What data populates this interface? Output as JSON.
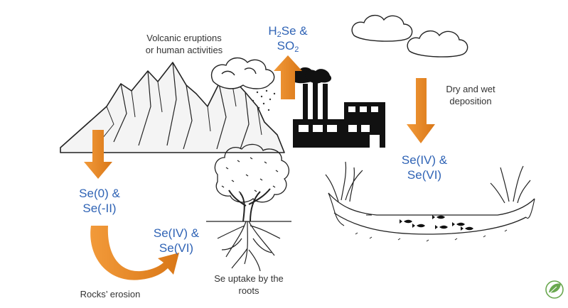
{
  "labels": {
    "volcanic_line1": "Volcanic eruptions",
    "volcanic_line2": "or human activities",
    "h2se_part1": "H",
    "h2se_sub": "2",
    "h2se_part2": "Se &",
    "so2_part1": "SO",
    "so2_sub": "2",
    "dry_wet_line1": "Dry and wet",
    "dry_wet_line2": "deposition",
    "se_water_line1": "Se(IV) &",
    "se_water_line2": "Se(VI)",
    "se_rock_line1": "Se(0) &",
    "se_rock_line2": "Se(-II)",
    "se_soil_line1": "Se(IV) &",
    "se_soil_line2": "Se(VI)",
    "uptake_line1": "Se uptake by the",
    "uptake_line2": "roots",
    "erosion": "Rocks’ erosion"
  },
  "colors": {
    "arrow": "#ec8a2a",
    "arrow_dark": "#d06f14",
    "species_text": "#2f63b5",
    "caption_text": "#333333",
    "sketch": "#222222",
    "logo": "#6aa84f"
  },
  "icons": {
    "logo": "leaf-circle-icon"
  }
}
